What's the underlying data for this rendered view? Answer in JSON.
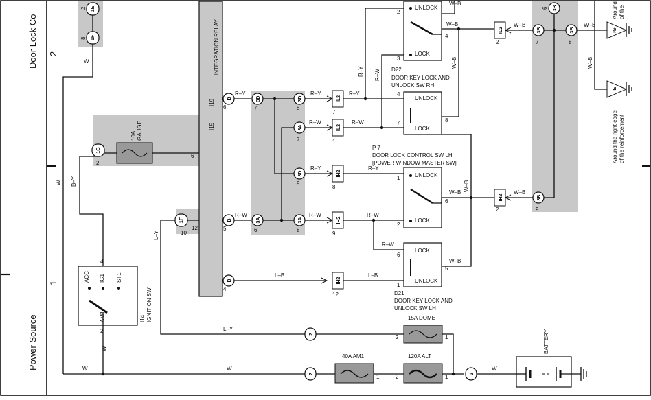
{
  "sections": {
    "door_lock": "Door Lock Co",
    "power_source": "Power Source",
    "marker_2": "2",
    "marker_1": "1"
  },
  "components": {
    "relay": "INTEGRATION RELAY",
    "relay_conn_i15": "I15",
    "relay_conn_i19": "I19",
    "gauge_fuse": "10A\nGAUGE",
    "ign_sw_code": "I14",
    "ign_sw_name": "IGNITION SW",
    "ign_acc": "ACC",
    "ign_ig1": "IG1",
    "ign_st1": "ST1",
    "ign_am1": "AM1",
    "d22_code": "D22",
    "d22_name1": "DOOR KEY LOCK AND",
    "d22_name2": "UNLOCK SW RH",
    "p7_code": "P 7",
    "p7_name1": "DOOR LOCK CONTROL SW LH",
    "p7_name2": "[POWER WINDOW MASTER SW]",
    "d21_code": "D21",
    "d21_name1": "DOOR KEY LOCK AND",
    "d21_name2": "UNLOCK SW LH",
    "unlock": "UNLOCK",
    "lock": "LOCK",
    "dome_fuse": "15A DOME",
    "am1_fuse": "40A AM1",
    "alt_fuse": "120A ALT",
    "battery": "BATTERY",
    "ground_note1": "Around the right edge",
    "ground_note2": "of the reinforcement",
    "ground_top1": "Around",
    "ground_top2": "of the",
    "ground_ie": "IE",
    "ground_ig": "IG"
  },
  "wires": {
    "W": "W",
    "B_Y": "B–Y",
    "L_Y": "L–Y",
    "R_Y": "R–Y",
    "R_W": "R–W",
    "L_B": "L–B",
    "W_B": "W–B"
  },
  "connectors": {
    "c_1E": "1E",
    "c_1F": "1F",
    "c_1G": "1G",
    "c_3D": "3D",
    "c_3A": "3A",
    "c_3B": "3B",
    "c_B": "B",
    "c_IL2": "IL2",
    "c_IH2": "IH2",
    "c_2": "2"
  }
}
